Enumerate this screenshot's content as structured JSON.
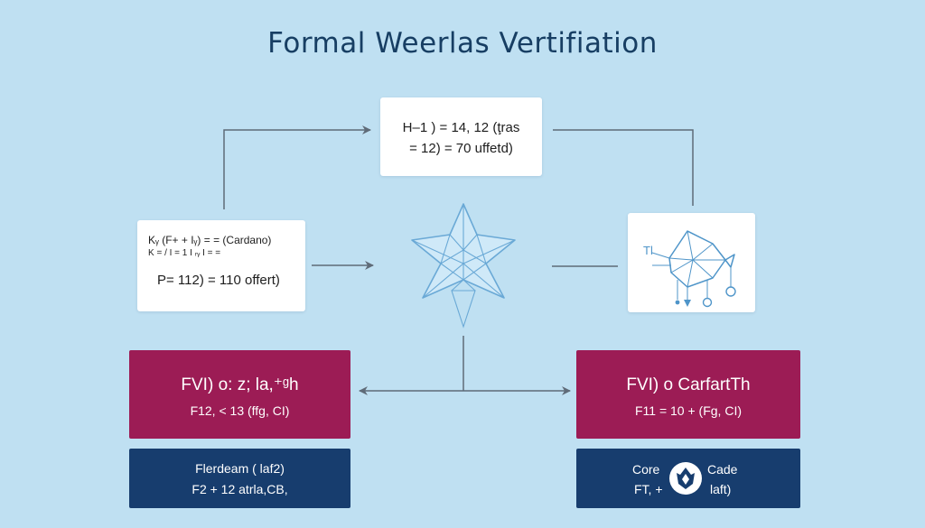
{
  "title": "Formal Weerlas Vertifiation",
  "top_box": {
    "line1": "H–1 ) = 14, 12 (ţras",
    "line2": "= 12) = 70 uffetd)"
  },
  "left_box": {
    "line1": "Kᵧ (F+ + Iᵧ) = = (Cardano)",
    "line2": "K = / I = 1 I ᵣᵧ I = =",
    "line3": "P= 112) = 110 offert)"
  },
  "right_box": {
    "label": "Tl"
  },
  "bottom_left_red": {
    "line1": "FVI) o: z; la,⁺ᵍh",
    "line2": "F12, < 13 (ffg, CI)"
  },
  "bottom_right_red": {
    "line1": "FVI) o CarfartTh",
    "line2": "F11 = 10 + (Fg, CI)"
  },
  "bottom_left_blue": {
    "line1": "Flerdeam ( laf2)",
    "line2": "F2 + 12 atrla,CB,"
  },
  "bottom_right_blue": {
    "left_top": "Core",
    "right_top": "Cade",
    "left_bottom": "FT, +",
    "right_bottom": "laft)"
  },
  "icons": [
    "star-polyhedron-icon",
    "crystal-fish-icon",
    "crown-emblem-icon"
  ],
  "colors": {
    "background": "#bfe0f2",
    "title": "#173e63",
    "red_bar": "#9c1c55",
    "blue_bar": "#173d6e",
    "connector": "#5f6b78",
    "star_fill": "#cfe9f8",
    "star_stroke": "#6aa9d6"
  }
}
